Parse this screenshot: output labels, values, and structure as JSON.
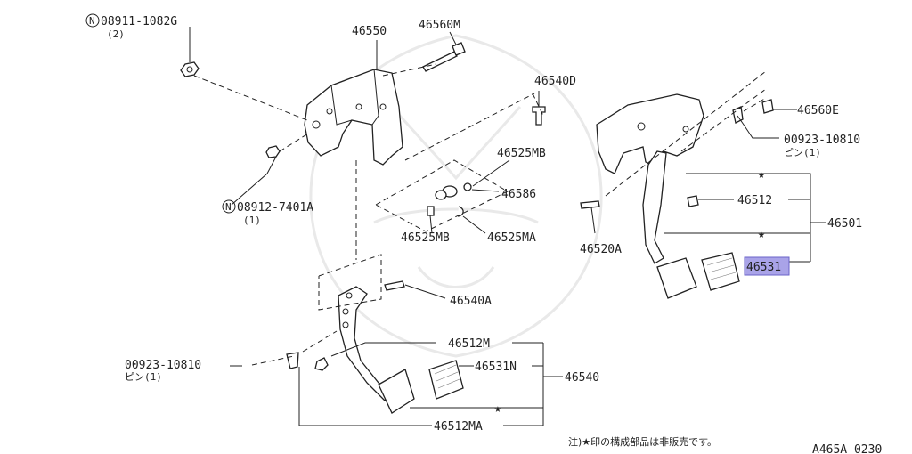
{
  "callouts": {
    "p08911": "08911-1082G",
    "p08911_qty": "(2)",
    "p46550": "46550",
    "p46560M": "46560M",
    "p46540D": "46540D",
    "p46560E": "46560E",
    "p00923_right": "00923-10810",
    "p00923_right_sub": "ピン(1)",
    "p46525MB_top": "46525MB",
    "p46586": "46586",
    "p08912": "08912-7401A",
    "p08912_qty": "(1)",
    "p46525MB_bottom": "46525MB",
    "p46525MA": "46525MA",
    "p46512": "46512",
    "p46501": "46501",
    "p46520A": "46520A",
    "p46531": "46531",
    "p46540A": "46540A",
    "p46512M": "46512M",
    "p00923_left": "00923-10810",
    "p00923_left_sub": "ピン(1)",
    "p46531N": "46531N",
    "p46540": "46540",
    "p46512MA": "46512MA"
  },
  "glyphs": {
    "nut_mark": "N",
    "star": "★"
  },
  "footer": {
    "note": "注)★印の構成部品は非販売です。",
    "code": "A465A 0230"
  },
  "colors": {
    "highlight": "#a9a3e8",
    "line": "#222222"
  }
}
